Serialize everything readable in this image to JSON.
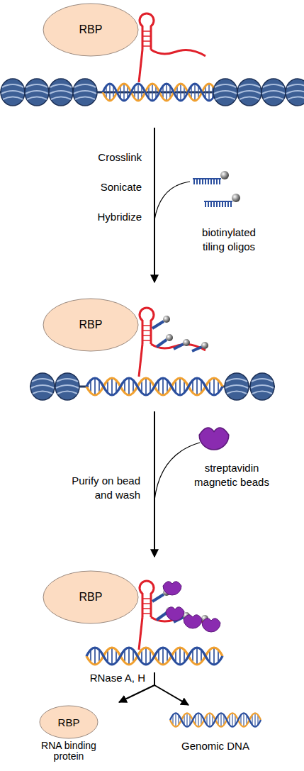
{
  "diagram": {
    "nodes": [
      {
        "text": [
          "RBP"
        ]
      },
      {
        "text": [
          "RBP"
        ]
      },
      {
        "text": [
          "RBP"
        ]
      },
      {
        "text": [
          "RBP",
          "RNA binding protein"
        ]
      }
    ],
    "labels": [
      "Crosslink",
      "Sonicate",
      "Hybridize",
      "biotinylated tiling oligos",
      "Purify on bead and wash",
      "streptavidin magnetic beads",
      "RNase A, H",
      "Genomic DNA"
    ]
  }
}
